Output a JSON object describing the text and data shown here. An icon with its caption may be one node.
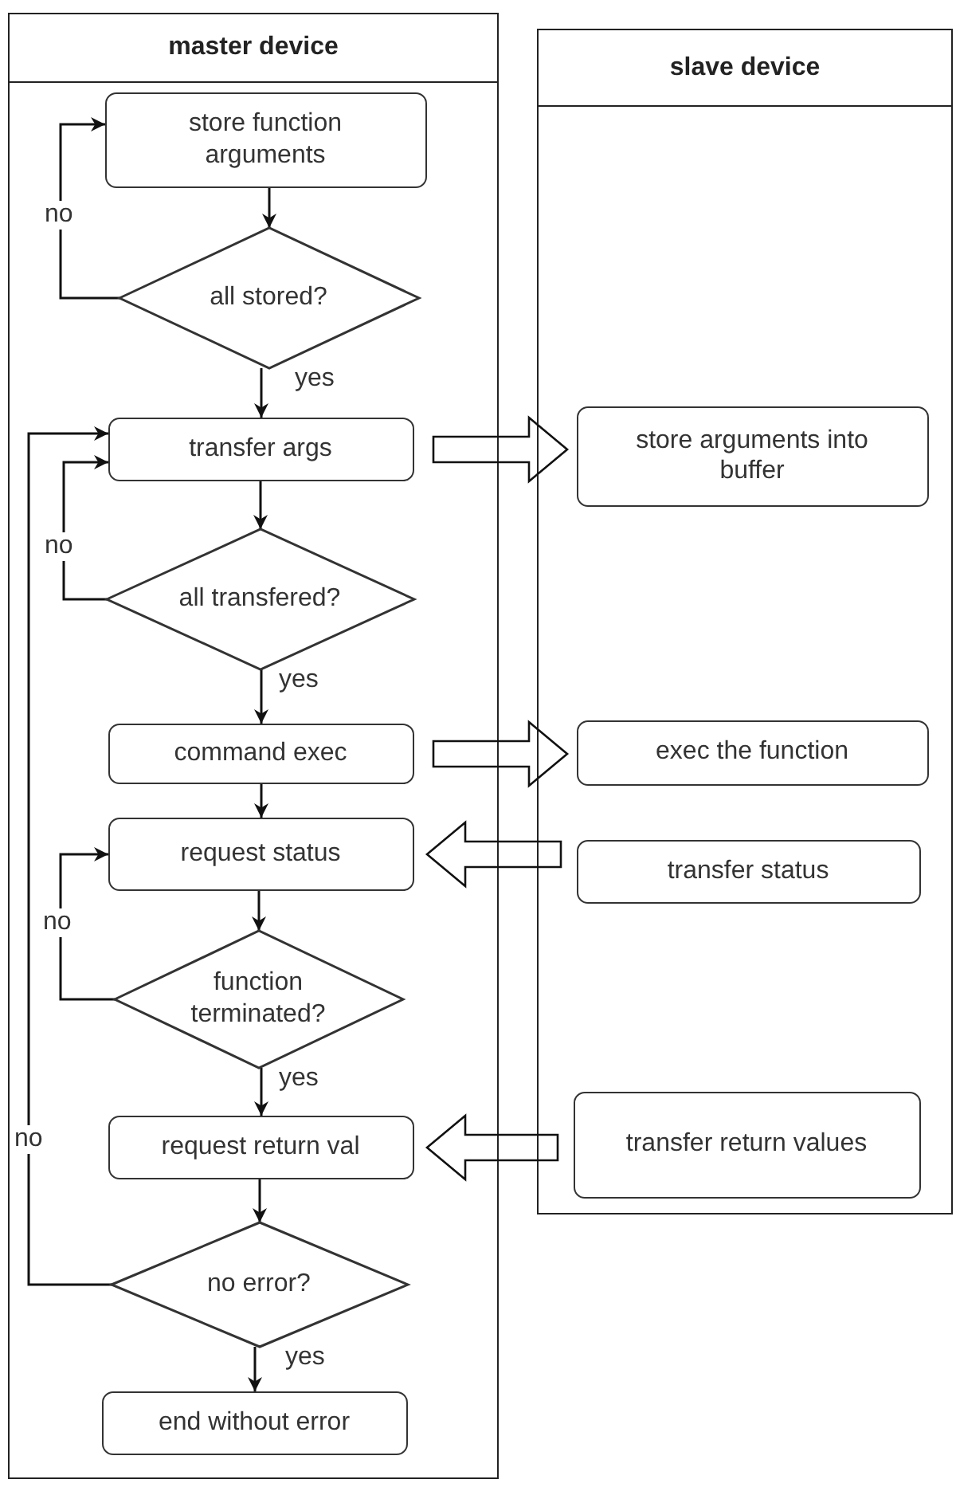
{
  "diagram": {
    "nodes": [
      {
        "text": [
          "master device"
        ]
      },
      {
        "text": [
          "store function arguments"
        ],
        "in": 0
      },
      {
        "text": [
          "all stored?"
        ],
        "in": 0
      },
      {
        "text": [
          "transfer args"
        ],
        "in": 0
      },
      {
        "text": [
          "all transfered?"
        ],
        "in": 0
      },
      {
        "text": [
          "command exec"
        ],
        "in": 0
      },
      {
        "text": [
          "request status"
        ],
        "in": 0
      },
      {
        "text": [
          "function terminated?"
        ],
        "in": 0
      },
      {
        "text": [
          "request return val"
        ],
        "in": 0
      },
      {
        "text": [
          "no error?"
        ],
        "in": 0
      },
      {
        "text": [
          "end without error"
        ],
        "in": 0
      },
      {
        "text": [
          "slave device"
        ]
      },
      {
        "text": [
          "store arguments into buffer"
        ],
        "in": 11
      },
      {
        "text": [
          "exec the function"
        ],
        "in": 11
      },
      {
        "text": [
          "transfer status"
        ],
        "in": 11
      },
      {
        "text": [
          "transfer return values"
        ],
        "in": 11
      }
    ],
    "edges": [
      {
        "from": 1,
        "to": 2,
        "arrow": "to"
      },
      {
        "from": 2,
        "to": 3,
        "arrow": "to",
        "label": "yes"
      },
      {
        "from": 2,
        "to": 1,
        "arrow": "to",
        "label": "no"
      },
      {
        "from": 3,
        "to": 4,
        "arrow": "to"
      },
      {
        "from": 4,
        "to": 5,
        "arrow": "to",
        "label": "yes"
      },
      {
        "from": 4,
        "to": 3,
        "arrow": "to",
        "label": "no"
      },
      {
        "from": 5,
        "to": 6,
        "arrow": "to"
      },
      {
        "from": 6,
        "to": 7,
        "arrow": "to"
      },
      {
        "from": 7,
        "to": 8,
        "arrow": "to",
        "label": "yes"
      },
      {
        "from": 7,
        "to": 6,
        "arrow": "to",
        "label": "no"
      },
      {
        "from": 8,
        "to": 9,
        "arrow": "to"
      },
      {
        "from": 9,
        "to": 10,
        "arrow": "to",
        "label": "yes"
      },
      {
        "from": 9,
        "to": 3,
        "arrow": "to",
        "label": "no"
      },
      {
        "from": 3,
        "to": 12,
        "arrow": "to",
        "style": "thick"
      },
      {
        "from": 5,
        "to": 13,
        "arrow": "to",
        "style": "thick"
      },
      {
        "from": 14,
        "to": 6,
        "arrow": "to",
        "style": "thick"
      },
      {
        "from": 15,
        "to": 8,
        "arrow": "to",
        "style": "thick"
      }
    ]
  }
}
